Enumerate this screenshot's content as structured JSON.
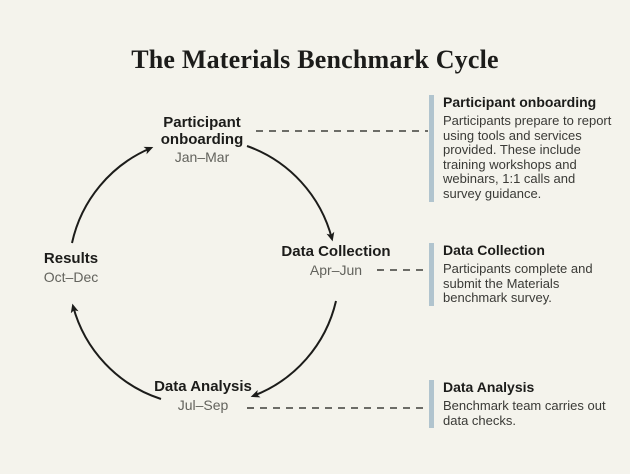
{
  "title": "The Materials Benchmark Cycle",
  "cycle": {
    "direction": "clockwise",
    "nodes": [
      {
        "label": "Participant onboarding",
        "months": "Jan–Mar",
        "position": "top"
      },
      {
        "label": "Data Collection",
        "months": "Apr–Jun",
        "position": "right"
      },
      {
        "label": "Data Analysis",
        "months": "Jul–Sep",
        "position": "bottom"
      },
      {
        "label": "Results",
        "months": "Oct–Dec",
        "position": "left"
      }
    ]
  },
  "panels": [
    {
      "heading": "Participant onboarding",
      "body": "Participants prepare to report using tools and services provided. These include training workshops and webinars, 1:1 calls and survey guidance."
    },
    {
      "heading": "Data Collection",
      "body": "Participants complete and submit the Materials benchmark survey."
    },
    {
      "heading": "Data Analysis",
      "body": "Benchmark team carries out data checks."
    }
  ],
  "colors": {
    "background": "#f4f3ec",
    "text": "#1c1c1a",
    "muted_text": "#63635d",
    "body_text": "#3a3a36",
    "accent_bar": "#b1c4ce",
    "arrow": "#1c1c1a",
    "dashed_connector": "#3f3f3b"
  }
}
